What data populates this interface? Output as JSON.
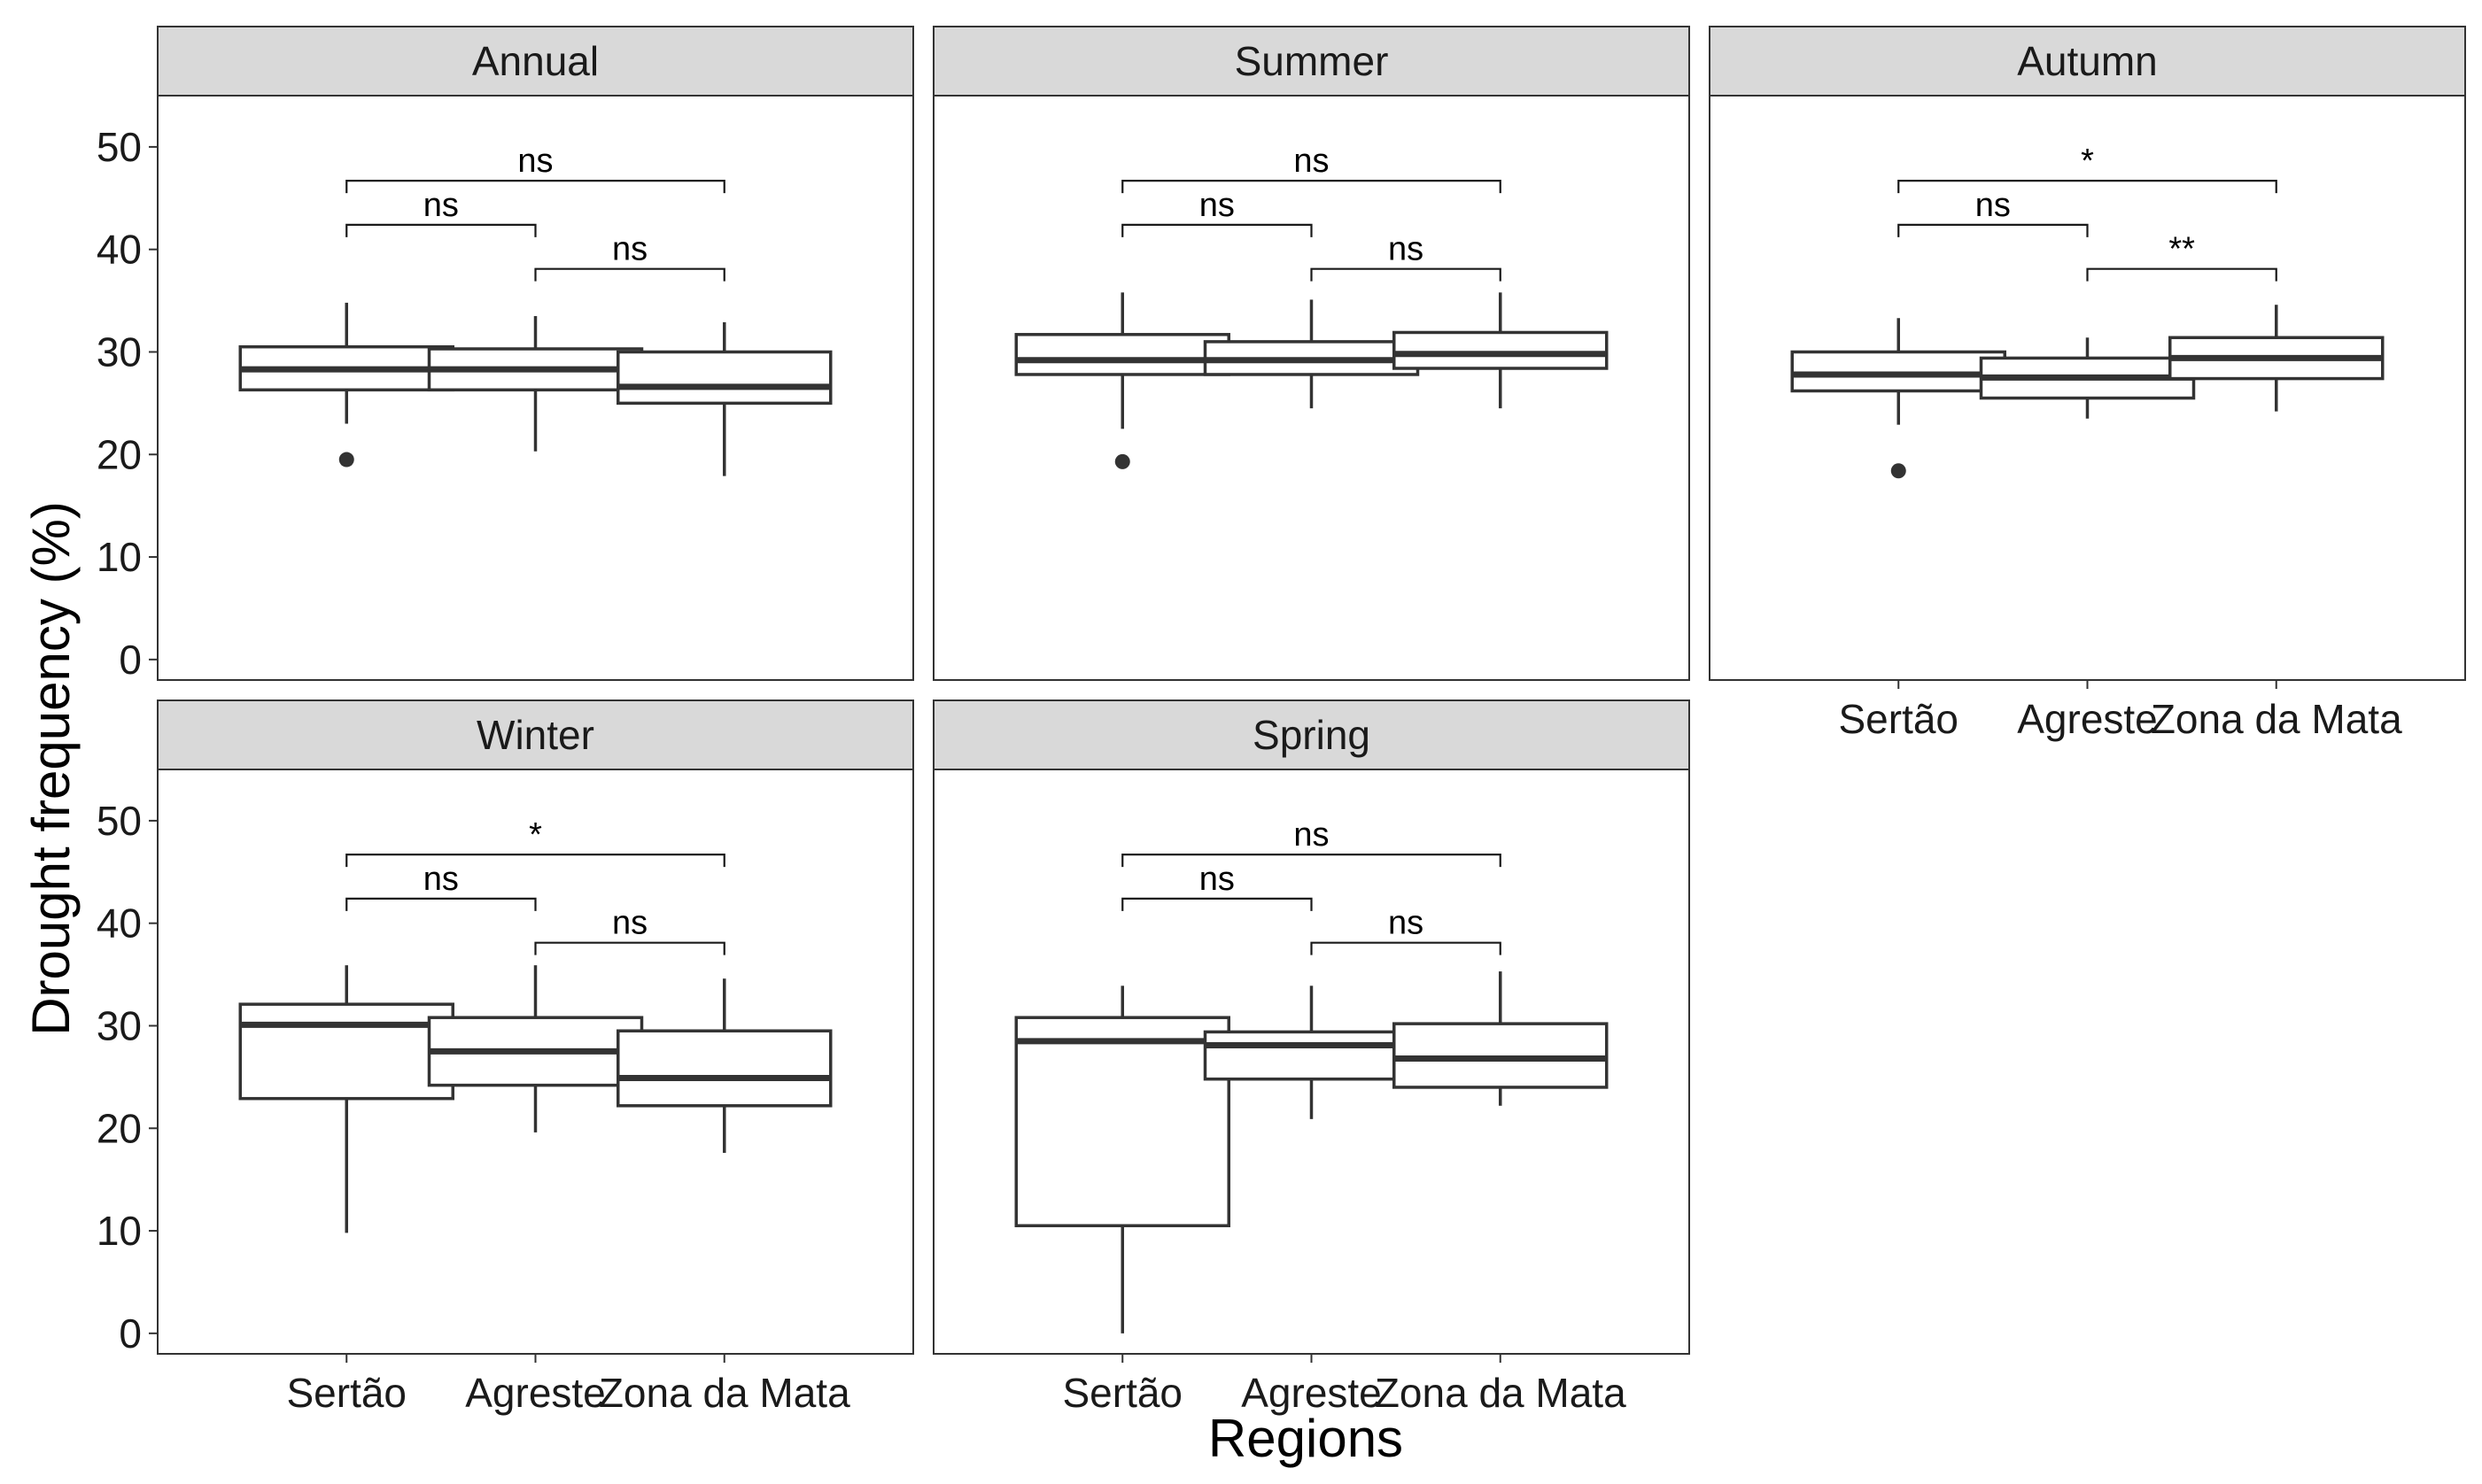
{
  "chart_data": {
    "type": "boxplot",
    "ylabel": "Drought frequency (%)",
    "xlabel": "Regions",
    "ylim": [
      -2,
      55
    ],
    "yticks": [
      0,
      10,
      20,
      30,
      40,
      50
    ],
    "categories": [
      "Sertão",
      "Agreste",
      "Zona da Mata"
    ],
    "grid": false,
    "panels": [
      {
        "title": "Annual",
        "boxes": [
          {
            "category": "Sertão",
            "min": 23,
            "q1": 26.3,
            "median": 28.3,
            "q3": 30.5,
            "max": 34.8,
            "outliers": [
              19.5
            ]
          },
          {
            "category": "Agreste",
            "min": 20.3,
            "q1": 26.3,
            "median": 28.3,
            "q3": 30.3,
            "max": 33.5,
            "outliers": []
          },
          {
            "category": "Zona da Mata",
            "min": 17.9,
            "q1": 25,
            "median": 26.6,
            "q3": 30,
            "max": 32.9,
            "outliers": []
          }
        ],
        "comparisons": [
          {
            "from": "Sertão",
            "to": "Zona da Mata",
            "y": 46.7,
            "label": "ns"
          },
          {
            "from": "Sertão",
            "to": "Agreste",
            "y": 42.4,
            "label": "ns"
          },
          {
            "from": "Agreste",
            "to": "Zona da Mata",
            "y": 38.1,
            "label": "ns"
          }
        ]
      },
      {
        "title": "Summer",
        "boxes": [
          {
            "category": "Sertão",
            "min": 22.5,
            "q1": 27.8,
            "median": 29.2,
            "q3": 31.7,
            "max": 35.8,
            "outliers": [
              19.3
            ]
          },
          {
            "category": "Agreste",
            "min": 24.5,
            "q1": 27.8,
            "median": 29.2,
            "q3": 31,
            "max": 35.1,
            "outliers": []
          },
          {
            "category": "Zona da Mata",
            "min": 24.5,
            "q1": 28.4,
            "median": 29.8,
            "q3": 31.9,
            "max": 35.8,
            "outliers": []
          }
        ],
        "comparisons": [
          {
            "from": "Sertão",
            "to": "Zona da Mata",
            "y": 46.7,
            "label": "ns"
          },
          {
            "from": "Sertão",
            "to": "Agreste",
            "y": 42.4,
            "label": "ns"
          },
          {
            "from": "Agreste",
            "to": "Zona da Mata",
            "y": 38.1,
            "label": "ns"
          }
        ]
      },
      {
        "title": "Autumn",
        "boxes": [
          {
            "category": "Sertão",
            "min": 22.9,
            "q1": 26.2,
            "median": 27.8,
            "q3": 30,
            "max": 33.3,
            "outliers": [
              18.4
            ]
          },
          {
            "category": "Agreste",
            "min": 23.5,
            "q1": 25.5,
            "median": 27.5,
            "q3": 29.4,
            "max": 31.4,
            "outliers": []
          },
          {
            "category": "Zona da Mata",
            "min": 24.2,
            "q1": 27.4,
            "median": 29.4,
            "q3": 31.4,
            "max": 34.6,
            "outliers": []
          }
        ],
        "comparisons": [
          {
            "from": "Sertão",
            "to": "Zona da Mata",
            "y": 46.7,
            "label": "*"
          },
          {
            "from": "Sertão",
            "to": "Agreste",
            "y": 42.4,
            "label": "ns"
          },
          {
            "from": "Agreste",
            "to": "Zona da Mata",
            "y": 38.1,
            "label": "**"
          }
        ]
      },
      {
        "title": "Winter",
        "boxes": [
          {
            "category": "Sertão",
            "min": 9.8,
            "q1": 22.9,
            "median": 30.1,
            "q3": 32.1,
            "max": 35.9,
            "outliers": []
          },
          {
            "category": "Agreste",
            "min": 19.6,
            "q1": 24.2,
            "median": 27.5,
            "q3": 30.8,
            "max": 35.9,
            "outliers": []
          },
          {
            "category": "Zona da Mata",
            "min": 17.6,
            "q1": 22.2,
            "median": 24.9,
            "q3": 29.5,
            "max": 34.6,
            "outliers": []
          }
        ],
        "comparisons": [
          {
            "from": "Sertão",
            "to": "Zona da Mata",
            "y": 46.7,
            "label": "*"
          },
          {
            "from": "Sertão",
            "to": "Agreste",
            "y": 42.4,
            "label": "ns"
          },
          {
            "from": "Agreste",
            "to": "Zona da Mata",
            "y": 38.1,
            "label": "ns"
          }
        ]
      },
      {
        "title": "Spring",
        "boxes": [
          {
            "category": "Sertão",
            "min": 0,
            "q1": 10.5,
            "median": 28.5,
            "q3": 30.8,
            "max": 33.9,
            "outliers": []
          },
          {
            "category": "Agreste",
            "min": 20.9,
            "q1": 24.8,
            "median": 28.1,
            "q3": 29.4,
            "max": 33.9,
            "outliers": []
          },
          {
            "category": "Zona da Mata",
            "min": 22.2,
            "q1": 24,
            "median": 26.8,
            "q3": 30.2,
            "max": 35.3,
            "outliers": []
          }
        ],
        "comparisons": [
          {
            "from": "Sertão",
            "to": "Zona da Mata",
            "y": 46.7,
            "label": "ns"
          },
          {
            "from": "Sertão",
            "to": "Agreste",
            "y": 42.4,
            "label": "ns"
          },
          {
            "from": "Agreste",
            "to": "Zona da Mata",
            "y": 38.1,
            "label": "ns"
          }
        ]
      }
    ]
  }
}
